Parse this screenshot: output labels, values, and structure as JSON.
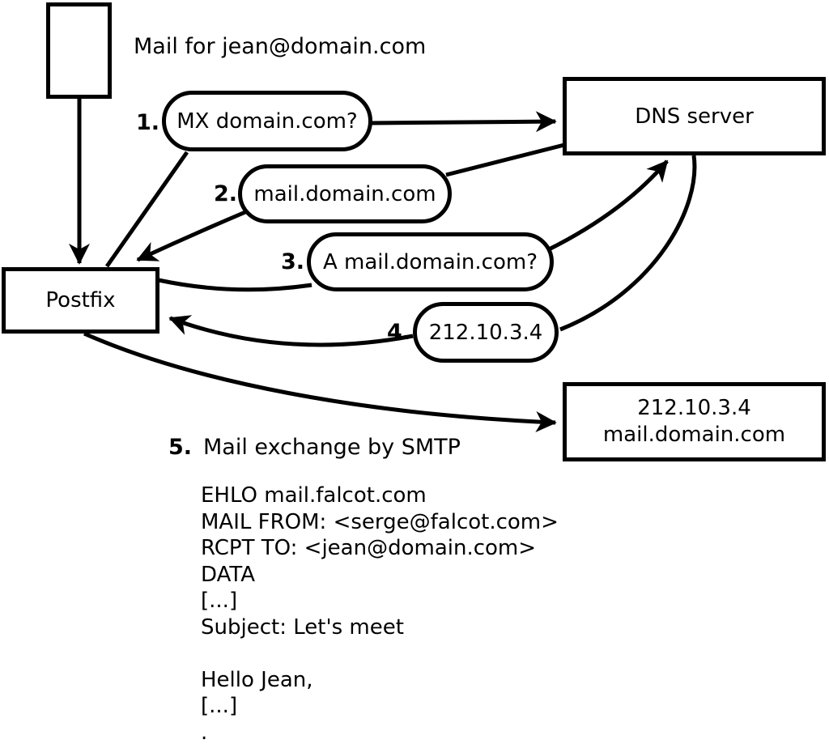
{
  "diagram": {
    "title": "Mail for jean@domain.com",
    "nodes": {
      "postfix": {
        "label": "Postfix"
      },
      "dns": {
        "label": "DNS server"
      },
      "mailserver": {
        "line1": "212.10.3.4",
        "line2": "mail.domain.com"
      }
    },
    "steps": [
      {
        "num": "1.",
        "label": "MX domain.com?"
      },
      {
        "num": "2.",
        "label": "mail.domain.com"
      },
      {
        "num": "3.",
        "label": "A mail.domain.com?"
      },
      {
        "num": "4.",
        "label": "212.10.3.4"
      },
      {
        "num": "5.",
        "label": "Mail exchange by SMTP"
      }
    ],
    "smtp_session": [
      "EHLO mail.falcot.com",
      "MAIL FROM: <serge@falcot.com>",
      "RCPT TO: <jean@domain.com>",
      "DATA",
      "[...]",
      "Subject: Let's meet",
      "",
      "Hello Jean,",
      "[...]",
      "."
    ],
    "colors": {
      "stroke": "#000000",
      "background": "#ffffff"
    }
  }
}
